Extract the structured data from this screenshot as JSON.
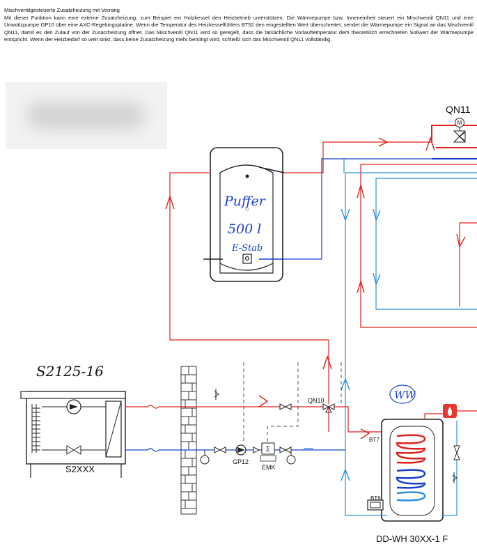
{
  "description": {
    "title": "Mischventilgesteuerte Zusatzheizung mit Vorrang",
    "body": "Mit dieser Funktion kann eine externe Zusatzheizung, zum Beispiel ein Holzkessel den Heizbetrieb unterstützen. Die Wärmepumpe bzw. Inneneinheit steuert ein Mischventil QN11 und eine Umwälzpumpe GP10 über eine AXC-Regelungsplatine. Wenn die Temperatur des Heizkesselfühlers BT52 den eingestellten Wert überschreitet, sendet die Wärmepumpe ein Signal an das Mischventil QN11, damit es den Zulauf von der Zusatzheizung öffnet. Das Mischventil QN11 wird so geregelt, dass die tatsächliche Vorlauftemperatur dem theoretisch errechneten Sollwert der Wärmepumpe entspricht. Wenn der Heizbedarf so weit sinkt, dass keine Zusatzheizung mehr benötigt wird, schließt sich das Mischventil QN11 vollständig."
  },
  "labels": {
    "qn11": "QN11",
    "motor": "M",
    "qn10": "QN10",
    "gp12": "GP12",
    "emk": "EMK",
    "emk_symbol": "Σ",
    "s2xxx": "S2XXX",
    "bt7": "BT7",
    "bt6": "BT6",
    "tank": "DD-WH 30XX-1 F"
  },
  "handwriting": {
    "buffer_line1": "Puffer",
    "buffer_line2": "500 l",
    "buffer_line3": "E-Stab",
    "heatpump_model": "S2125-16",
    "ww": "WW"
  },
  "colors": {
    "supply": "#e0201c",
    "return": "#1a3fd0",
    "return_light": "#2a8fe0",
    "return_teal": "#18a0a0",
    "pipe_gray": "#555555",
    "brick": "#333333",
    "accent_red": "#e8372d"
  }
}
